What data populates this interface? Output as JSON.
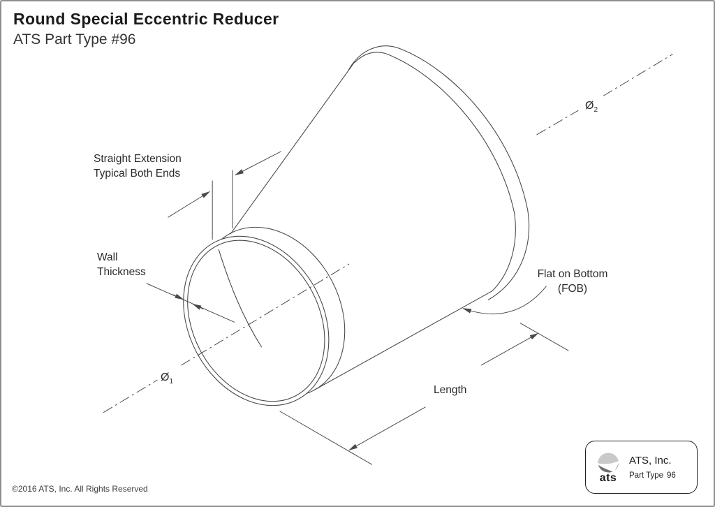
{
  "page": {
    "title": "Round Special Eccentric Reducer",
    "subtitle": "ATS Part Type #96",
    "copyright": "©2016 ATS, Inc. All Rights Reserved"
  },
  "diagram": {
    "labels": {
      "straight_extension": [
        "Straight Extension",
        "Typical Both Ends"
      ],
      "wall_thickness": [
        "Wall",
        "Thickness"
      ],
      "diameter_small": {
        "symbol": "Ø",
        "sub": "1"
      },
      "diameter_large": {
        "symbol": "Ø",
        "sub": "2"
      },
      "flat_on_bottom": [
        "Flat on Bottom",
        "(FOB)"
      ],
      "length": "Length"
    }
  },
  "badge": {
    "company": "ATS, Inc.",
    "part_type_label": "Part Type",
    "part_type_value": "96",
    "logo_text": "ats"
  },
  "colors": {
    "line": "#4a4a4a",
    "text": "#2b2b2b",
    "page_border": "#8f8f8f",
    "badge_border": "#1f1f1f",
    "logo_top": "#c9c9c9",
    "logo_left": "#6f6f6f",
    "logo_right": "#9e9e9e"
  }
}
